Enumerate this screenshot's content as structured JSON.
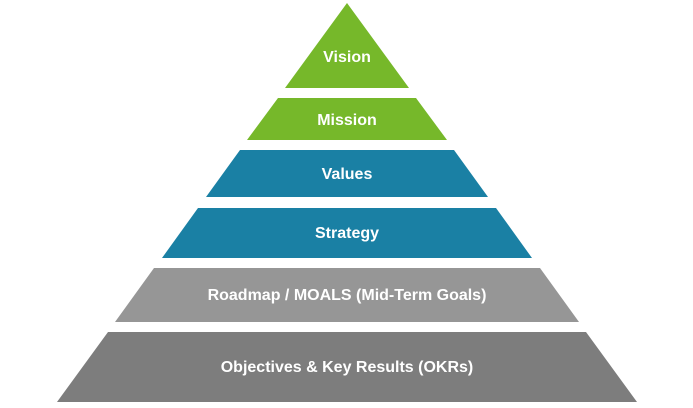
{
  "diagram": {
    "type": "pyramid",
    "description": "Strategic alignment pyramid from Vision down to OKRs",
    "text_color": "#ffffff",
    "layers": [
      {
        "label": "Vision",
        "color": "#76b82a"
      },
      {
        "label": "Mission",
        "color": "#76b82a"
      },
      {
        "label": "Values",
        "color": "#1a80a4"
      },
      {
        "label": "Strategy",
        "color": "#1a80a4"
      },
      {
        "label": "Roadmap / MOALS (Mid-Term Goals)",
        "color": "#969696"
      },
      {
        "label": "Objectives & Key Results (OKRs)",
        "color": "#7d7d7d"
      }
    ]
  }
}
